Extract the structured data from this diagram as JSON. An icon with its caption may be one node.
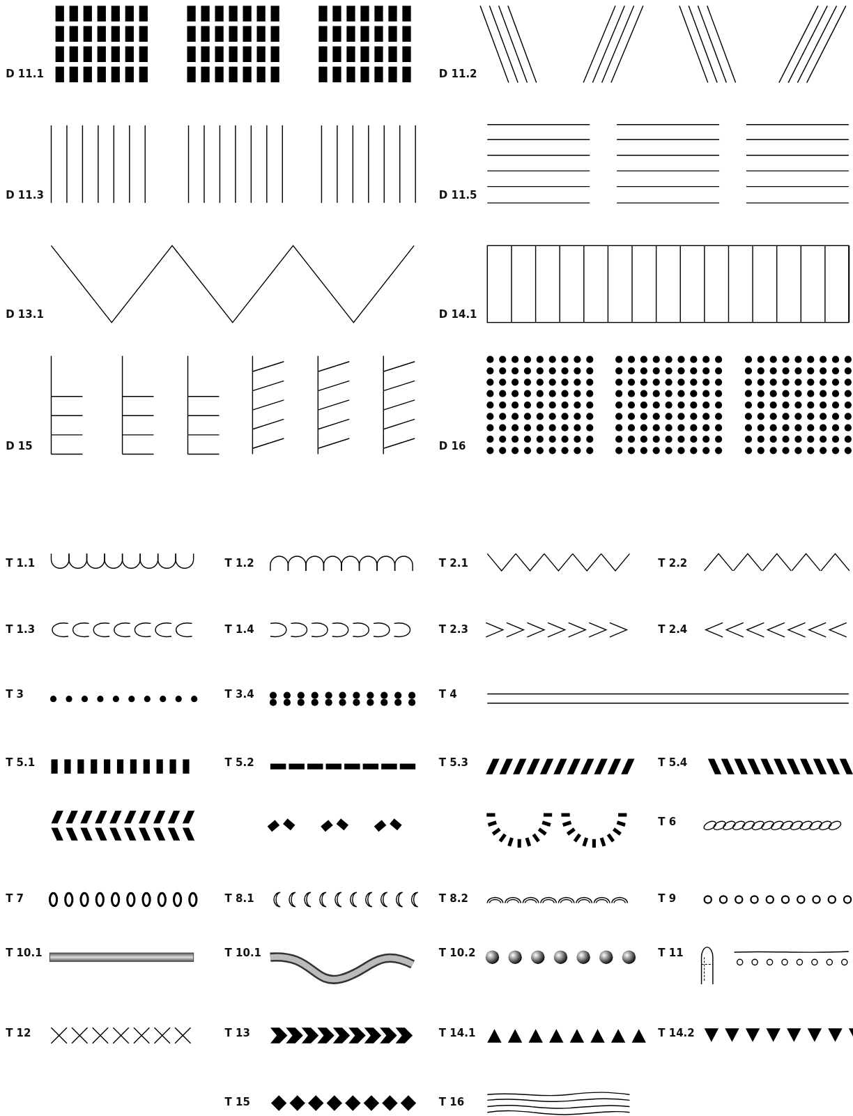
{
  "diagram": {
    "labels": [
      "D 11.1",
      "D 11.2",
      "D 11.3",
      "D 11.5",
      "D 13.1",
      "D 14.1",
      "D 15",
      "D 16",
      "T 1.1",
      "T 1.2",
      "T 2.1",
      "T 2.2",
      "T 1.3",
      "T 1.4",
      "T 2.3",
      "T 2.4",
      "T 3",
      "T 3.4",
      "T 4",
      "T 5.1",
      "T 5.2",
      "T 5.3",
      "T 5.4",
      "T 6",
      "T 7",
      "T 8.1",
      "T 8.2",
      "T 9",
      "T 10.1",
      "T 10.1",
      "T 10.2",
      "T 11",
      "T 12",
      "T 13",
      "T 14.1",
      "T 14.2",
      "T 15",
      "T 16"
    ]
  }
}
